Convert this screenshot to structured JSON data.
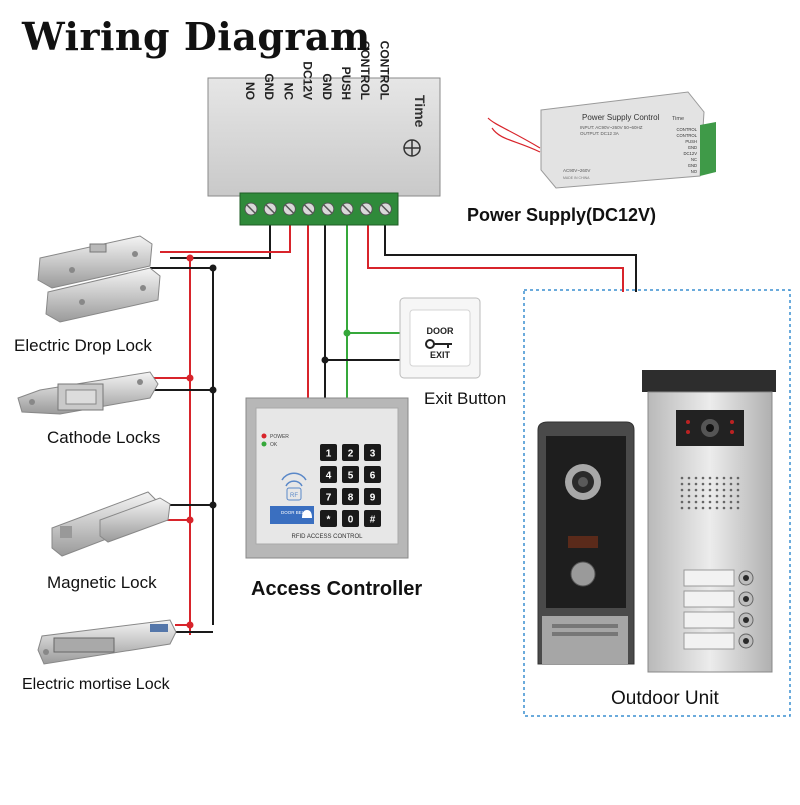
{
  "title": "Wiring Diagram",
  "power_supply_terminals": [
    "NO",
    "GND",
    "NC",
    "DC12V",
    "GND",
    "PUSH",
    "CONTROL",
    "CONTROL"
  ],
  "power_supply_brand": "Time",
  "power_supply_small": {
    "title": "Power Supply Control",
    "input_line": "INPUT: AC90V~260V 50~60HZ",
    "output_line": "OUTPUT: DC12 3A",
    "terminal_labels": [
      "CONTROL",
      "CONTROL",
      "PUSH",
      "GND",
      "DC12V",
      "NC",
      "GND",
      "NO"
    ],
    "rating": "AC90V~260V",
    "made_in": "MADE IN CHINA"
  },
  "labels": {
    "power_supply": "Power Supply(DC12V)",
    "electric_drop_lock": "Electric Drop Lock",
    "cathode_locks": "Cathode Locks",
    "magnetic_lock": "Magnetic Lock",
    "electric_mortise_lock": "Electric mortise Lock",
    "exit_button": "Exit Button",
    "access_controller": "Access Controller",
    "outdoor_unit": "Outdoor Unit"
  },
  "exit_button_text": {
    "line1": "DOOR",
    "line2": "EXIT"
  },
  "keypad": {
    "leds": [
      "POWER",
      "OK"
    ],
    "keys": [
      "1",
      "2",
      "3",
      "4",
      "5",
      "6",
      "7",
      "8",
      "9",
      "*",
      "0",
      "#"
    ],
    "door_bell": "DOOR BELL",
    "footer": "RFID ACCESS CONTROL",
    "rf_badge": "RF"
  },
  "colors": {
    "red_wire": "#d8242b",
    "black_wire": "#1a1a1a",
    "green_wire": "#35a83a",
    "dashed_border": "#3a8fd0"
  }
}
